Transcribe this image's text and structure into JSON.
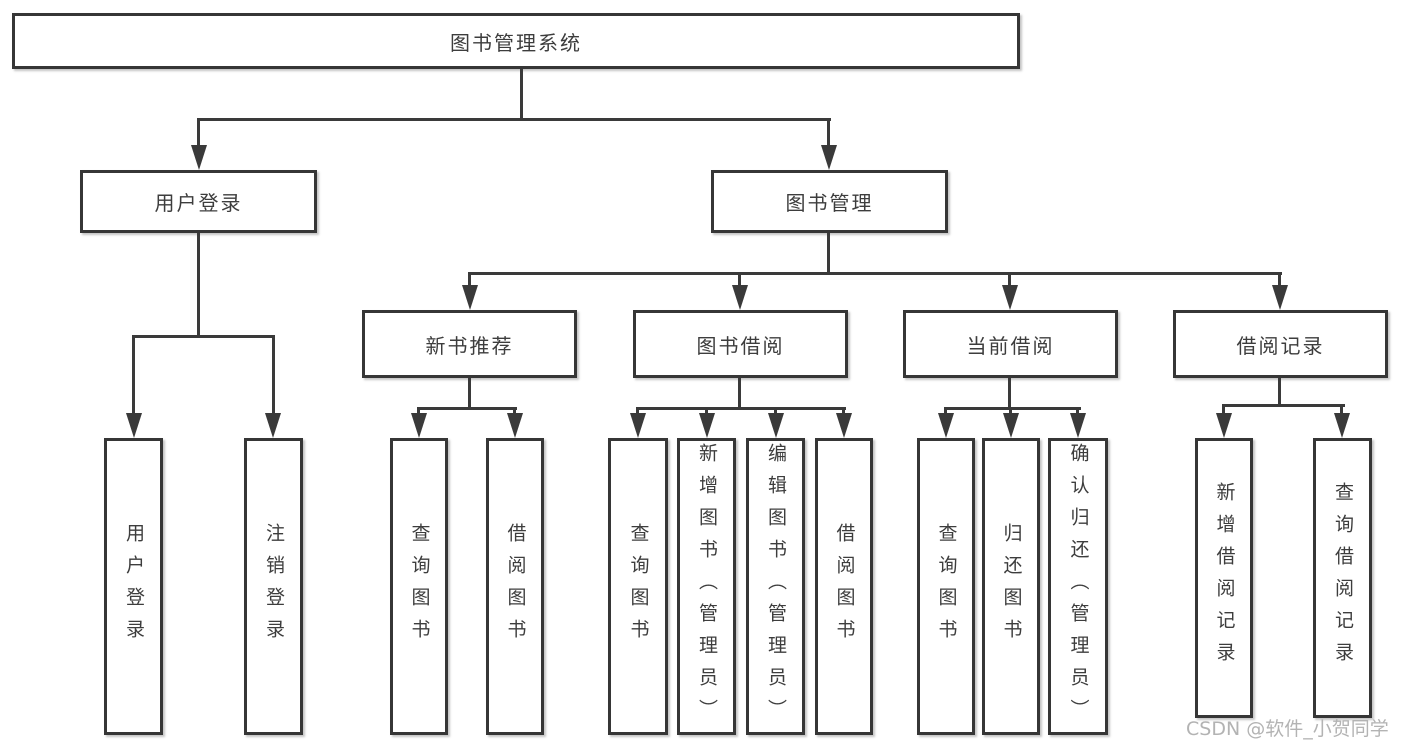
{
  "diagram": {
    "title": "图书管理系统",
    "level2": {
      "user_login": "用户登录",
      "book_mgmt": "图书管理"
    },
    "level3": {
      "new_book": "新书推荐",
      "borrow": "图书借阅",
      "current": "当前借阅",
      "records": "借阅记录"
    },
    "leaves": {
      "user_login_1": "用户登录",
      "user_login_2": "注销登录",
      "new_book_1": "查询图书",
      "new_book_2": "借阅图书",
      "borrow_1": "查询图书",
      "borrow_2": "新增图书（管理员）",
      "borrow_3": "编辑图书（管理员）",
      "borrow_4": "借阅图书",
      "current_1": "查询图书",
      "current_2": "归还图书",
      "current_3": "确认归还（管理员）",
      "records_1": "新增借阅记录",
      "records_2": "查询借阅记录"
    },
    "colors": {
      "line": "#3a3a3a",
      "text": "#3d3d3d",
      "watermark": "#b3b3b3",
      "background": "#ffffff"
    }
  },
  "watermark": "CSDN @软件_小贺同学"
}
